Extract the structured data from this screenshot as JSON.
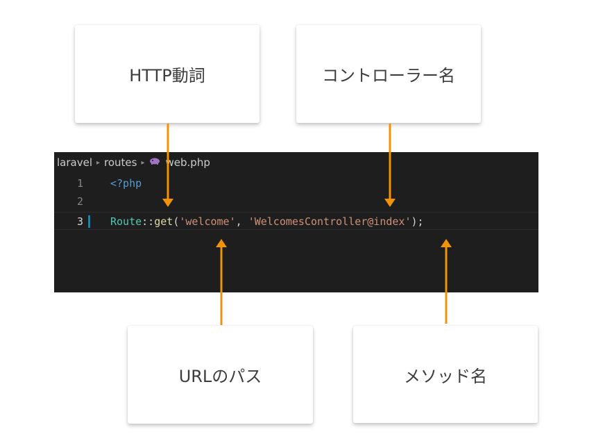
{
  "callouts": {
    "http_verb": "HTTP動詞",
    "controller_name": "コントローラー名",
    "url_path": "URLのパス",
    "method_name": "メソッド名"
  },
  "editor": {
    "breadcrumb": [
      "laravel",
      "routes",
      "web.php"
    ],
    "breadcrumb_separator": "▸",
    "file_icon": "php-elephant-icon",
    "lines": [
      {
        "number": "1",
        "text": "<?php"
      },
      {
        "number": "2",
        "text": ""
      },
      {
        "number": "3",
        "text": "Route::get('welcome', 'WelcomesController@index');"
      }
    ],
    "line3_tokens": {
      "class": "Route",
      "scope": "::",
      "fn": "get",
      "open": "(",
      "arg1": "'welcome'",
      "comma": ", ",
      "arg2": "'WelcomesController@index'",
      "close": ");"
    }
  },
  "colors": {
    "arrow": "#f0930a",
    "editor_bg": "#1e1e1e",
    "git_modified": "#1b81a8"
  }
}
